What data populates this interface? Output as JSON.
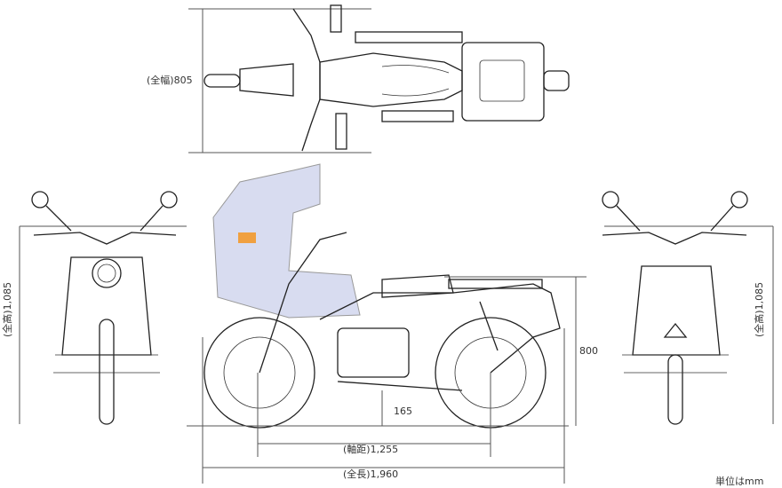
{
  "dimensions": {
    "overall_width": "(全幅)805",
    "overall_height_front": "(全高)1,085",
    "overall_height_rear": "(全高)1,085",
    "seat_height": "800",
    "ground_clearance": "165",
    "wheelbase": "(軸距)1,255",
    "overall_length": "(全長)1,960"
  },
  "unit_note": "単位はmm",
  "colors": {
    "line": "#222222",
    "fairing": "#d8dcf0",
    "indicator": "#f0a040"
  }
}
